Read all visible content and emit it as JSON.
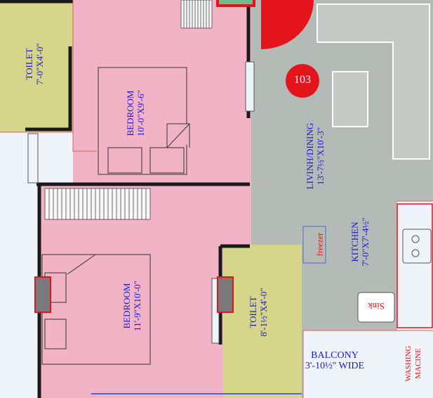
{
  "unit": {
    "number": "103",
    "badge_color": "#e3141b"
  },
  "rooms": {
    "toilet_1": {
      "name": "TOILET",
      "size": "7'-0\"X4'-0\""
    },
    "bedroom_1": {
      "name": "BEDROOM",
      "size": "10'-0\"X9'-6\""
    },
    "living_dining": {
      "name": "LIVINH/DINING",
      "size": "13'-7½\"X10'-3\""
    },
    "kitchen": {
      "name": "KITCHEN",
      "size": "7'-0\"X7'-4½\""
    },
    "bedroom_2": {
      "name": "BEDROOM",
      "size": "11'-9\"X10'-0\""
    },
    "toilet_2": {
      "name": "TOILET",
      "size": "8'-1½\"X4'-0\""
    },
    "balcony": {
      "name": "BALCONY",
      "size": "3'-10½\" WIDE"
    }
  },
  "fixtures": {
    "freezer": "freezer",
    "sink": "Sink",
    "washing": {
      "line1": "WASHING",
      "line2": "MACINE"
    }
  },
  "colors": {
    "toilet": "#d6d68a",
    "bedroom": "#f2b3c6",
    "living": "#b4bab6",
    "background": "#eef4fa",
    "wall": "#1a1a1a",
    "text": "#1a1acc",
    "accent": "#e3141b"
  }
}
